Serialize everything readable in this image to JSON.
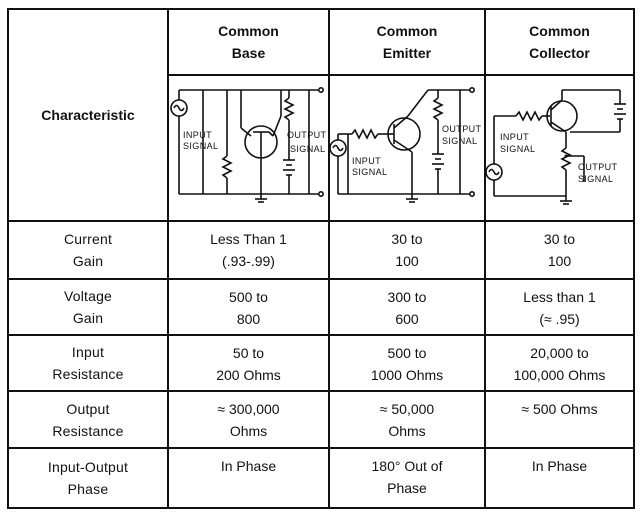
{
  "header": {
    "characteristic": "Characteristic",
    "columns": [
      {
        "line1": "Common",
        "line2": "Base"
      },
      {
        "line1": "Common",
        "line2": "Emitter"
      },
      {
        "line1": "Common",
        "line2": "Collector"
      }
    ]
  },
  "diagrams": {
    "base": {
      "input_l1": "INPUT",
      "input_l2": "SIGNAL",
      "output_l1": "OUTPUT",
      "output_l2": "SIGNAL"
    },
    "emitter": {
      "input_l1": "INPUT",
      "input_l2": "SIGNAL",
      "output_l1": "OUTPUT",
      "output_l2": "SIGNAL"
    },
    "collector": {
      "input_l1": "INPUT",
      "input_l2": "SIGNAL",
      "output_l1": "OUTPUT",
      "output_l2": "SIGNAL"
    }
  },
  "rows": [
    {
      "label": [
        "Current",
        "Gain"
      ],
      "base": [
        "Less Than 1",
        "(.93-.99)"
      ],
      "emitter": [
        "30 to",
        "100"
      ],
      "collector": [
        "30 to",
        "100"
      ]
    },
    {
      "label": [
        "Voltage",
        "Gain"
      ],
      "base": [
        "500 to",
        "800"
      ],
      "emitter": [
        "300 to",
        "600"
      ],
      "collector": [
        "Less than 1",
        "(≈ .95)"
      ]
    },
    {
      "label": [
        "Input",
        "Resistance"
      ],
      "base": [
        "50 to",
        "200 Ohms"
      ],
      "emitter": [
        "500 to",
        "1000 Ohms"
      ],
      "collector": [
        "20,000 to",
        "100,000 Ohms"
      ]
    },
    {
      "label": [
        "Output",
        "Resistance"
      ],
      "base": [
        "≈ 300,000",
        "Ohms"
      ],
      "emitter": [
        "≈ 50,000",
        "Ohms"
      ],
      "collector": [
        "≈ 500 Ohms",
        ""
      ]
    },
    {
      "label": [
        "Input-Output",
        "Phase"
      ],
      "base": [
        "In Phase",
        ""
      ],
      "emitter": [
        "180° Out of",
        "Phase"
      ],
      "collector": [
        "In Phase",
        ""
      ]
    }
  ]
}
